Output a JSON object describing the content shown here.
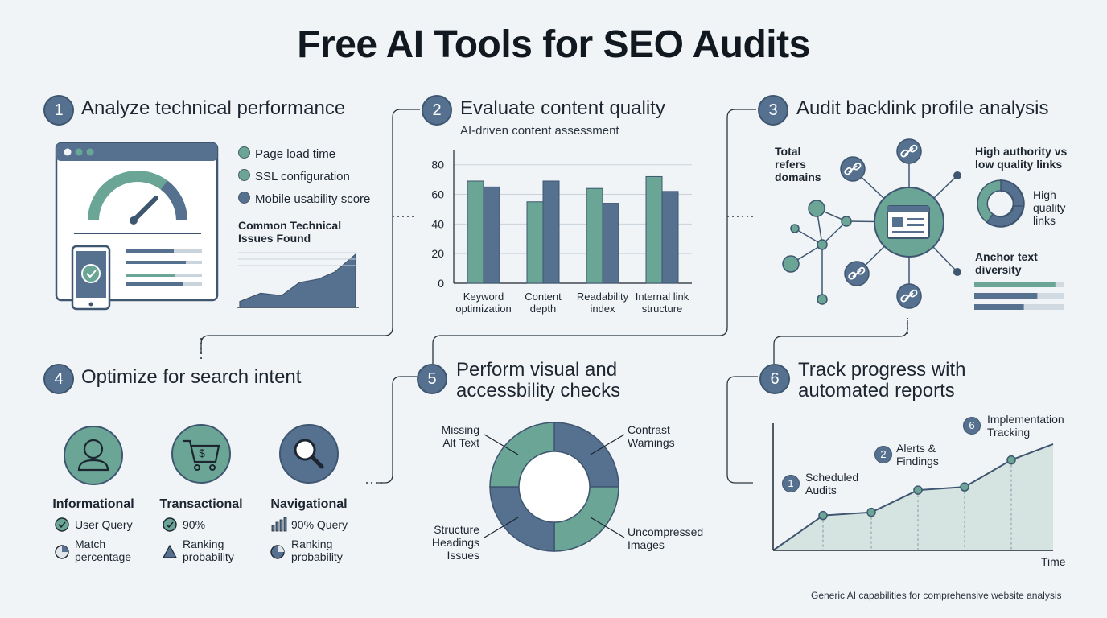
{
  "title": "Free AI Tools for SEO Audits",
  "colors": {
    "teal": "#6aa596",
    "slate": "#56718f",
    "dark": "#3e5670",
    "light": "#dde8e6"
  },
  "sections": {
    "s1": {
      "number": "1",
      "title": "Analyze technical performance",
      "legend": [
        "Page load time",
        "SSL configuration",
        "Mobile usability score"
      ],
      "issues_title": "Common Technical Issues Found"
    },
    "s2": {
      "number": "2",
      "title": "Evaluate content quality",
      "subtitle": "AI-driven content assessment"
    },
    "s3": {
      "number": "3",
      "title": "Audit backlink profile analysis",
      "label_domains": "Total refers domains",
      "label_authority": "High authority vs low quality links",
      "label_high": "High quality links",
      "label_anchor": "Anchor text diversity",
      "anchor_levels": [
        0.9,
        0.7,
        0.55
      ]
    },
    "s4": {
      "number": "4",
      "title": "Optimize for search intent",
      "intents": [
        {
          "name": "Informational",
          "line1": "User Query",
          "line2": "Match percentage",
          "icon": "user-icon"
        },
        {
          "name": "Transactional",
          "line1": "90%",
          "line2": "Ranking probability",
          "icon": "cart-icon"
        },
        {
          "name": "Navigational",
          "line1": "90% Query",
          "line2": "Ranking probability",
          "icon": "search-icon"
        }
      ]
    },
    "s5": {
      "number": "5",
      "title": "Perform visual and accessbility checks",
      "labels": {
        "missing_alt": "Missing Alt Text",
        "contrast": "Contrast Warnings",
        "structure": "Structure Headings Issues",
        "uncompressed": "Uncompressed Images"
      }
    },
    "s6": {
      "number": "6",
      "title": "Track progress with automated reports",
      "xlabel": "Time",
      "milestones": [
        {
          "num": "1",
          "label": "Scheduled Audits"
        },
        {
          "num": "2",
          "label": "Alerts & Findings"
        },
        {
          "num": "6",
          "label": "Implementation Tracking"
        }
      ]
    }
  },
  "footer": "Generic AI capabilities for comprehensive website analysis",
  "chart_data": [
    {
      "type": "bar",
      "categories": [
        "Keyword optimization",
        "Content depth",
        "Readability index",
        "Internal link structure"
      ],
      "series": [
        {
          "values": [
            69,
            55,
            64,
            72
          ]
        },
        {
          "values": [
            65,
            69,
            54,
            62
          ]
        }
      ],
      "yticks": [
        0,
        20,
        40,
        60,
        80
      ],
      "ylim": [
        0,
        88
      ],
      "grid": true
    },
    {
      "type": "pie",
      "labels": [
        "Contrast Warnings",
        "Uncompressed Images",
        "Structure Headings Issues",
        "Missing Alt Text"
      ],
      "values": [
        25,
        25,
        25,
        25
      ]
    },
    {
      "type": "line",
      "xlabel": "Time",
      "y": [
        0,
        22,
        24,
        38,
        40,
        57,
        67
      ]
    },
    {
      "type": "area",
      "y": [
        10,
        24,
        20,
        42,
        48,
        60,
        90
      ]
    }
  ]
}
